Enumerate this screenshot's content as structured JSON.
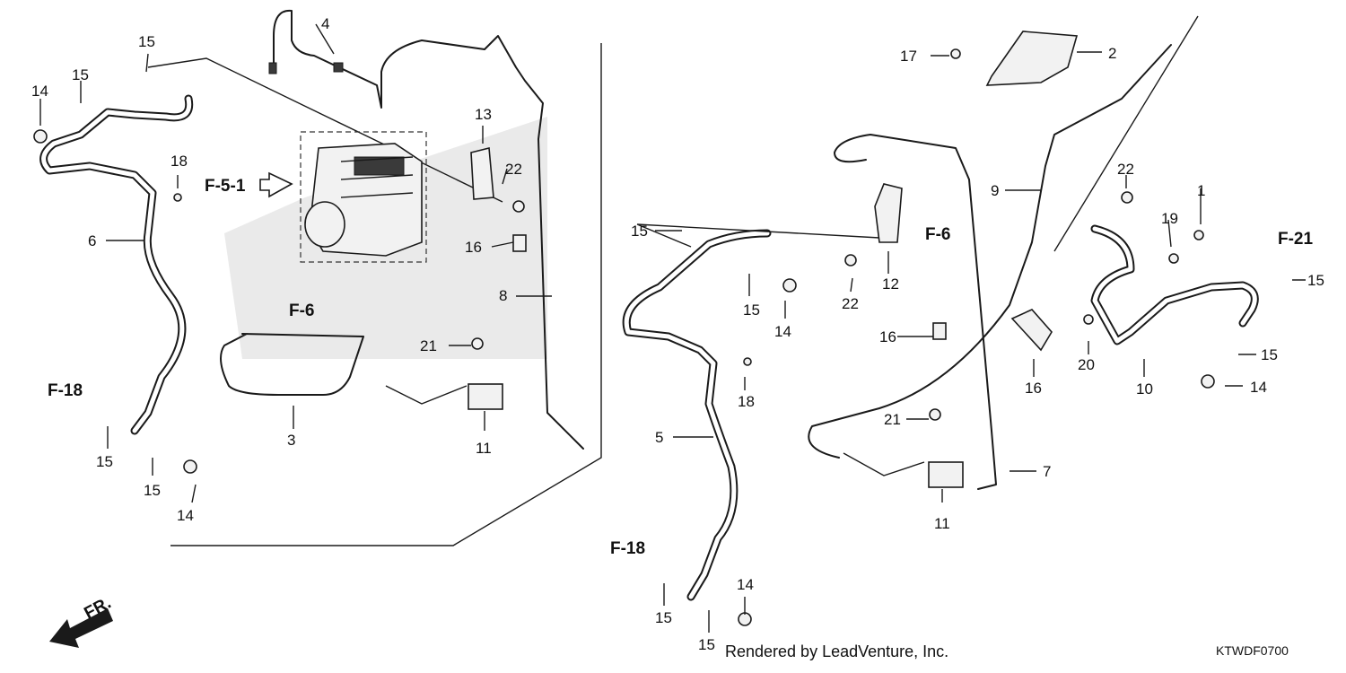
{
  "callouts": {
    "n1": "1",
    "n2": "2",
    "n3": "3",
    "n4": "4",
    "n5": "5",
    "n6": "6",
    "n7": "7",
    "n8": "8",
    "n9": "9",
    "n10": "10",
    "n11a": "11",
    "n11b": "11",
    "n12": "12",
    "n13": "13",
    "n14a": "14",
    "n14b": "14",
    "n14c": "14",
    "n14d": "14",
    "n14e": "14",
    "n15a": "15",
    "n15b": "15",
    "n15c": "15",
    "n15d": "15",
    "n15e": "15",
    "n15f": "15",
    "n15g": "15",
    "n15h": "15",
    "n15i": "15",
    "n15j": "15",
    "n16a": "16",
    "n16b": "16",
    "n16c": "16",
    "n17": "17",
    "n18a": "18",
    "n18b": "18",
    "n19": "19",
    "n20": "20",
    "n21a": "21",
    "n21b": "21",
    "n22a": "22",
    "n22b": "22",
    "n22c": "22"
  },
  "refs": {
    "f51": "F-5-1",
    "f6a": "F-6",
    "f6b": "F-6",
    "f18a": "F-18",
    "f18b": "F-18",
    "f21": "F-21"
  },
  "front_label": "FR.",
  "credit": "Rendered by LeadVenture, Inc.",
  "diagram_code": "KTWDF0700"
}
